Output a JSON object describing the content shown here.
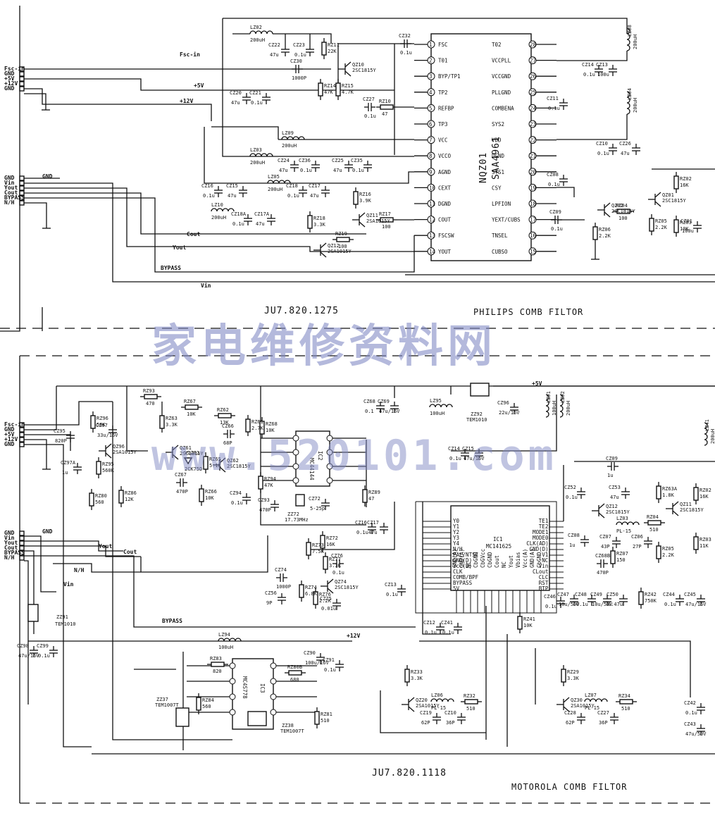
{
  "top": {
    "code": "JU7.820.1275",
    "title": "PHILIPS COMB FILTOR",
    "chip": {
      "ref": "NQZ01",
      "part": "SAA4961"
    },
    "connector1": [
      "Fsc-in",
      "GND",
      "+5V",
      "+12V",
      "GND"
    ],
    "connector2": [
      "GND",
      "Vin",
      "Yout",
      "Cout",
      "BYPASS",
      "N/H"
    ],
    "nets": {
      "fsc": "Fsc-in",
      "p5v": "+5V",
      "p12v": "+12V",
      "gnd": "GND",
      "cout": "Cout",
      "yout": "Yout",
      "bypass": "BYPASS",
      "vin": "Vin"
    },
    "left_pins": [
      {
        "n": "1",
        "name": "FSC"
      },
      {
        "n": "2",
        "name": "T01"
      },
      {
        "n": "3",
        "name": "BYP/TP1"
      },
      {
        "n": "4",
        "name": "TP2"
      },
      {
        "n": "5",
        "name": "REFBP"
      },
      {
        "n": "6",
        "name": "TP3"
      },
      {
        "n": "7",
        "name": "VCC"
      },
      {
        "n": "8",
        "name": "VCCO"
      },
      {
        "n": "9",
        "name": "AGND"
      },
      {
        "n": "10",
        "name": "CEXT"
      },
      {
        "n": "11",
        "name": "DGND"
      },
      {
        "n": "12",
        "name": "COUT"
      },
      {
        "n": "13",
        "name": "FSCSW"
      },
      {
        "n": "14",
        "name": "YOUT"
      }
    ],
    "right_pins": [
      {
        "n": "28",
        "name": "T02"
      },
      {
        "n": "27",
        "name": "VCCPLL"
      },
      {
        "n": "26",
        "name": "VCCGND"
      },
      {
        "n": "25",
        "name": "PLLGND"
      },
      {
        "n": "24",
        "name": "COMBENA"
      },
      {
        "n": "23",
        "name": "SYS2"
      },
      {
        "n": "22",
        "name": "VDD"
      },
      {
        "n": "21",
        "name": "DGND"
      },
      {
        "n": "20",
        "name": "SYS1"
      },
      {
        "n": "19",
        "name": "CSY"
      },
      {
        "n": "18",
        "name": "LPFION"
      },
      {
        "n": "17",
        "name": "YEXT/CUBS"
      },
      {
        "n": "16",
        "name": "TNSEL"
      },
      {
        "n": "15",
        "name": "CUBSO"
      }
    ],
    "parts": [
      {
        "ref": "LZ02",
        "val": "200uH"
      },
      {
        "ref": "CZ22",
        "val": "47u"
      },
      {
        "ref": "CZ23",
        "val": "0.1u"
      },
      {
        "ref": "RZ11",
        "val": "22K"
      },
      {
        "ref": "QZ10",
        "val": "2SC1815Y"
      },
      {
        "ref": "CZ30",
        "val": "1000P"
      },
      {
        "ref": "RZ14",
        "val": "47K"
      },
      {
        "ref": "RZ15",
        "val": "4.7K"
      },
      {
        "ref": "CZ32",
        "val": "0.1u"
      },
      {
        "ref": "CZ20",
        "val": "47u"
      },
      {
        "ref": "CZ21",
        "val": "0.1u"
      },
      {
        "ref": "CZ27",
        "val": "0.1u"
      },
      {
        "ref": "RZ10",
        "val": "47"
      },
      {
        "ref": "LZ09",
        "val": "200uH"
      },
      {
        "ref": "LZ03",
        "val": "200uH"
      },
      {
        "ref": "CZ24",
        "val": "47u"
      },
      {
        "ref": "CZ36",
        "val": "0.1u"
      },
      {
        "ref": "CZ25",
        "val": "47u"
      },
      {
        "ref": "CZ35",
        "val": "0.1u"
      },
      {
        "ref": "CZ16",
        "val": "0.1u"
      },
      {
        "ref": "CZ15",
        "val": "47u"
      },
      {
        "ref": "LZ05",
        "val": "200uH"
      },
      {
        "ref": "CZ18",
        "val": "0.1u"
      },
      {
        "ref": "CZ17",
        "val": "47u"
      },
      {
        "ref": "LZ10",
        "val": "200uH"
      },
      {
        "ref": "CZ18A",
        "val": "0.1u"
      },
      {
        "ref": "CZ17A",
        "val": "47u"
      },
      {
        "ref": "RZ16",
        "val": "3.9K"
      },
      {
        "ref": "RZ17",
        "val": "100"
      },
      {
        "ref": "QZ11",
        "val": "2SA1015Y"
      },
      {
        "ref": "RZ18",
        "val": "3.3K"
      },
      {
        "ref": "RZ19",
        "val": "100"
      },
      {
        "ref": "QZ12",
        "val": "2SA1015Y"
      },
      {
        "ref": "LZ08",
        "val": "200uH"
      },
      {
        "ref": "CZ14",
        "val": "0.1u"
      },
      {
        "ref": "CZ13",
        "val": "100u"
      },
      {
        "ref": "CZ11",
        "val": "0.1u"
      },
      {
        "ref": "LZ04",
        "val": "200uH"
      },
      {
        "ref": "CZ10",
        "val": "0.1u"
      },
      {
        "ref": "CZ26",
        "val": "47u"
      },
      {
        "ref": "CZ08",
        "val": "0.1u"
      },
      {
        "ref": "RZ02",
        "val": "16K"
      },
      {
        "ref": "QZ01",
        "val": "2SC1815Y"
      },
      {
        "ref": "QZ02",
        "val": "2SC1815Y"
      },
      {
        "ref": "RZ04",
        "val": "100"
      },
      {
        "ref": "RZ05",
        "val": "2.2K"
      },
      {
        "ref": "RZ03",
        "val": "10K"
      },
      {
        "ref": "CZ01",
        "val": "100u"
      },
      {
        "ref": "CZ09",
        "val": "0.1u"
      },
      {
        "ref": "RZ06",
        "val": "2.2K"
      }
    ]
  },
  "bottom": {
    "code": "JU7.820.1118",
    "title": "MOTOROLA COMB FILTOR",
    "chips": [
      {
        "ref": "IC1",
        "part": "MC141625"
      },
      {
        "ref": "IC2",
        "part": "MC44144"
      },
      {
        "ref": "IC3",
        "part": "MC4S778"
      }
    ],
    "connector1": [
      "Fsc-in",
      "GND",
      "+5V",
      "+12V",
      "GND"
    ],
    "connector2": [
      "GND",
      "Vin",
      "Yout",
      "Cout",
      "BYPASS",
      "N/H"
    ],
    "nets": {
      "p5v": "+5V",
      "p12v": "+12V",
      "yout": "Yout",
      "cout": "Cout",
      "nh": "N/H",
      "vin": "Vin",
      "bypass": "BYPASS",
      "gnd": "GND"
    },
    "ic1_left": [
      "Y0",
      "Y1",
      "Y2",
      "Y3",
      "Y4",
      "N/H",
      "PAL/NTSC",
      "GND(D)",
      "Vcc(D)",
      "CLK",
      "COMB/BPF",
      "BYPASS",
      "5V"
    ],
    "ic1_right": [
      "TE1",
      "TE2",
      "MODE1",
      "MODE0",
      "CLK(AD)",
      "GND(D)",
      "V1",
      "NC",
      "Vin",
      "CLout",
      "CLC",
      "RST",
      "BTP"
    ],
    "ic1_bottom": [
      "GND(A)",
      "GND(A)",
      "NC",
      "CbGND",
      "CbGVcc",
      "CbGND",
      "Cout",
      "NC",
      "Yout",
      "Vbias",
      "Vcc(A)",
      "GND(A)",
      "CbGND"
    ],
    "parts": [
      {
        "ref": "RZ93",
        "val": "470"
      },
      {
        "ref": "CZ95",
        "val": "820P"
      },
      {
        "ref": "RZ96",
        "val": "56K"
      },
      {
        "ref": "CZ97",
        "val": "33u/16V"
      },
      {
        "ref": "QZ96",
        "val": "2SA1015Y"
      },
      {
        "ref": "RZ63",
        "val": "3.3K"
      },
      {
        "ref": "RZ64",
        "val": "20K"
      },
      {
        "ref": "RZ67",
        "val": "10K"
      },
      {
        "ref": "RZ62",
        "val": "13K"
      },
      {
        "ref": "CZ66",
        "val": "68P"
      },
      {
        "ref": "RZ61",
        "val": "2.7K"
      },
      {
        "ref": "RZ68",
        "val": "10K"
      },
      {
        "ref": "CZ97A",
        "val": "1u"
      },
      {
        "ref": "RZ95",
        "val": "560K"
      },
      {
        "ref": "QZ61",
        "val": "2SC1815Y"
      },
      {
        "ref": "VDZ61",
        "val": "2CK75D"
      },
      {
        "ref": "RZ65",
        "val": "5.1K"
      },
      {
        "ref": "QZ62",
        "val": "2SC1815Y"
      },
      {
        "ref": "RZ86",
        "val": "12K"
      },
      {
        "ref": "CZ67",
        "val": "470P"
      },
      {
        "ref": "RZ66",
        "val": "10K"
      },
      {
        "ref": "RZ94",
        "val": "47K"
      },
      {
        "ref": "CZ94",
        "val": "0.1u"
      },
      {
        "ref": "RZ80",
        "val": "560"
      },
      {
        "ref": "CZ93",
        "val": "470P"
      },
      {
        "ref": "ZZ72",
        "val": "17.73MHz"
      },
      {
        "ref": "CZ72",
        "val": "5-25p"
      },
      {
        "ref": "CZ68",
        "val": "0.1"
      },
      {
        "ref": "CZ69",
        "val": "47u/16V"
      },
      {
        "ref": "LZ95",
        "val": "100uH"
      },
      {
        "ref": "ZZ92",
        "val": "TEM1010"
      },
      {
        "ref": "CZ96",
        "val": "22u/16V"
      },
      {
        "ref": "LZ91",
        "val": "100uH"
      },
      {
        "ref": "LZ92",
        "val": "200uH"
      },
      {
        "ref": "CZ14",
        "val": "0.1u"
      },
      {
        "ref": "CZ15",
        "val": "47u/16V"
      },
      {
        "ref": "RZ89",
        "val": "47"
      },
      {
        "ref": "CZ16",
        "val": "0.1u"
      },
      {
        "ref": "CZ17",
        "val": "47u"
      },
      {
        "ref": "RZ73",
        "val": "7.5K"
      },
      {
        "ref": "RZ72",
        "val": "16K"
      },
      {
        "ref": "CZ76",
        "val": "0.1u"
      },
      {
        "ref": "RZ77",
        "val": "3.3K"
      },
      {
        "ref": "CZ74",
        "val": "1000P"
      },
      {
        "ref": "QZ74",
        "val": "2SC1815Y"
      },
      {
        "ref": "RZ74",
        "val": "6.8K"
      },
      {
        "ref": "RZ76",
        "val": "2.2K"
      },
      {
        "ref": "CZ56",
        "val": "9P"
      },
      {
        "ref": "CZ75",
        "val": "0.01u"
      },
      {
        "ref": "CZ13",
        "val": "0.1u"
      },
      {
        "ref": "CZ09",
        "val": "1u"
      },
      {
        "ref": "CZ52",
        "val": "0.1u"
      },
      {
        "ref": "CZ53",
        "val": "47u"
      },
      {
        "ref": "RZ63A",
        "val": "1.8K"
      },
      {
        "ref": "RZ02",
        "val": "16K"
      },
      {
        "ref": "QZ12",
        "val": "2SC1815Y"
      },
      {
        "ref": "QZ11",
        "val": "2SC1815Y"
      },
      {
        "ref": "LZ03",
        "val": "PL-15"
      },
      {
        "ref": "CZ07",
        "val": "43P"
      },
      {
        "ref": "RZ04",
        "val": "510"
      },
      {
        "ref": "CZ06",
        "val": "27P"
      },
      {
        "ref": "RZ07",
        "val": "150"
      },
      {
        "ref": "RZ05",
        "val": "2.2K"
      },
      {
        "ref": "RZ03",
        "val": "11K"
      },
      {
        "ref": "CZ08",
        "val": "1u"
      },
      {
        "ref": "CZ68B",
        "val": "470P"
      },
      {
        "ref": "LZ41",
        "val": "200uH"
      },
      {
        "ref": "CZ12",
        "val": "0.1u"
      },
      {
        "ref": "CZ41",
        "val": "0.1u"
      },
      {
        "ref": "RZ41",
        "val": "10K"
      },
      {
        "ref": "CZ46",
        "val": "0.1u"
      },
      {
        "ref": "CZ47",
        "val": "10u/50V"
      },
      {
        "ref": "CZ48",
        "val": "0.1u"
      },
      {
        "ref": "CZ49",
        "val": "10u/50V"
      },
      {
        "ref": "CZ50",
        "val": "0.47u"
      },
      {
        "ref": "RZ42",
        "val": "750K"
      },
      {
        "ref": "CZ44",
        "val": "0.1u"
      },
      {
        "ref": "CZ45",
        "val": "47u/16V"
      },
      {
        "ref": "LZ94",
        "val": "100uH"
      },
      {
        "ref": "ZZ91",
        "val": "TEM1010"
      },
      {
        "ref": "CZ98",
        "val": "47u/16V"
      },
      {
        "ref": "CZ99",
        "val": "0.1u"
      },
      {
        "ref": "RZ83",
        "val": "820"
      },
      {
        "ref": "RZ84",
        "val": "560"
      },
      {
        "ref": "ZZ37",
        "val": "TEM1007T"
      },
      {
        "ref": "RZ80B",
        "val": "680"
      },
      {
        "ref": "CZ90",
        "val": "100u/16V"
      },
      {
        "ref": "CZ91",
        "val": "0.1u"
      },
      {
        "ref": "ZZ38",
        "val": "TEM1007T"
      },
      {
        "ref": "RZ81",
        "val": "510"
      },
      {
        "ref": "RZ33",
        "val": "3.3K"
      },
      {
        "ref": "LZ06",
        "val": "PL-15"
      },
      {
        "ref": "RZ32",
        "val": "510"
      },
      {
        "ref": "QZ20",
        "val": "2SA1015Y"
      },
      {
        "ref": "CZ19",
        "val": "62P"
      },
      {
        "ref": "CZ10",
        "val": "36P"
      },
      {
        "ref": "RZ29",
        "val": "3.3K"
      },
      {
        "ref": "LZ07",
        "val": "PL-15"
      },
      {
        "ref": "RZ34",
        "val": "510"
      },
      {
        "ref": "QZ30",
        "val": "2SA1015Y"
      },
      {
        "ref": "CZ28",
        "val": "62P"
      },
      {
        "ref": "CZ27",
        "val": "36P"
      },
      {
        "ref": "CZ42",
        "val": "0.1u"
      },
      {
        "ref": "CZ43",
        "val": "47u/50V"
      }
    ]
  },
  "watermark": {
    "line1": "家电维修资料网",
    "line2": "www.520101.com"
  }
}
